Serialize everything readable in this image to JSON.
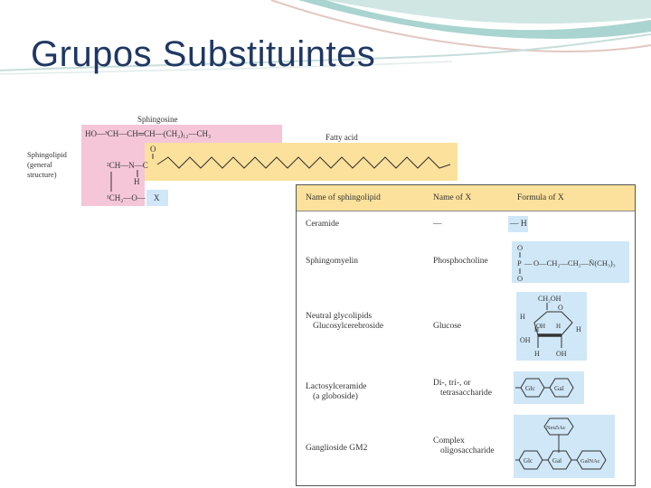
{
  "title": "Grupos Substituintes",
  "structure": {
    "sphingosine_label": "Sphingosine",
    "fatty_acid_label": "Fatty acid",
    "sphingolipid_line1": "Sphingolipid",
    "sphingolipid_line2": "(general",
    "sphingolipid_line3": "structure)",
    "top_chain": "HO—³CH—CH═CH—(CH₂)₁₂—CH₃",
    "c2_label": "²CH—N—C",
    "h_label": "H",
    "o_label": "O",
    "c1_label": "¹CH₂—O—",
    "x_label": "X"
  },
  "table": {
    "headers": [
      "Name of sphingolipid",
      "Name of X",
      "Formula of X"
    ],
    "rows": [
      {
        "name": "Ceramide",
        "x": "—",
        "formula": "— H"
      },
      {
        "name": "Sphingomyelin",
        "x": "Phosphocholine",
        "formula": "P—O—CH₂—CH₂—N(CH₃)₃"
      },
      {
        "name_line1": "Neutral glycolipids",
        "name_line2": "Glucosylcerebroside",
        "x": "Glucose",
        "formula": "glucose-ring"
      },
      {
        "name_line1": "Lactosylceramide",
        "name_line2": "(a globoside)",
        "x_line1": "Di-, tri-, or",
        "x_line2": "tetrasaccharide",
        "glc": "Glc",
        "gal": "Gal"
      },
      {
        "name": "Ganglioside GM2",
        "x_line1": "Complex",
        "x_line2": "oligosaccharide",
        "neuac": "Neu5Ac",
        "glc": "Glc",
        "gal": "Gal",
        "galnac": "GalNAc"
      }
    ],
    "phosphate": {
      "o_top": "O",
      "o_bottom": "O",
      "p": "P",
      "tail": "O—CH₂—CH₂—N̄(CH₃)₃"
    },
    "glucose": {
      "ch2oh": "CH₂OH",
      "h": "H",
      "o": "O",
      "oh": "OH"
    }
  },
  "colors": {
    "title": "#1f3763",
    "pink": "#f4c6d8",
    "yellow": "#fbe19b",
    "blue": "#cfe7f7",
    "teal": "#a8d7d2"
  }
}
